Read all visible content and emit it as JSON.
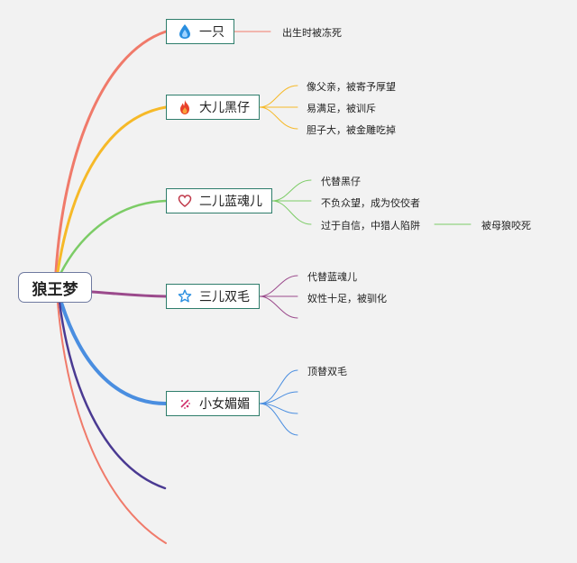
{
  "root": {
    "label": "狼王梦"
  },
  "colors": {
    "background": "#f2f2f2",
    "branch_yizhi": "#f07a6a",
    "branch_heizai": "#f6b928",
    "branch_lanhun": "#7ccc66",
    "branch_shuangmao": "#9b4a8c",
    "branch_meimei": "#4a8ee0",
    "branch_extra1": "#4a3a92",
    "branch_extra2": "#f07a6a",
    "node_border": "#2e7d6b"
  },
  "branches": [
    {
      "id": "yizhi",
      "label": "一只",
      "icon": "water-drop-icon",
      "leaves": [
        "出生时被冻死"
      ]
    },
    {
      "id": "heizai",
      "label": "大儿黑仔",
      "icon": "fire-icon",
      "leaves": [
        "像父亲，被寄予厚望",
        "易满足，被训斥",
        "胆子大，被金雕吃掉"
      ]
    },
    {
      "id": "lanhun",
      "label": "二儿蓝魂儿",
      "icon": "heart-icon",
      "leaves": [
        "代替黑仔",
        "不负众望，成为佼佼者",
        "过于自信，中猎人陷阱"
      ],
      "subleaf": "被母狼咬死"
    },
    {
      "id": "shuangmao",
      "label": "三儿双毛",
      "icon": "star-icon",
      "leaves": [
        "代替蓝魂儿",
        "奴性十足，被驯化"
      ]
    },
    {
      "id": "meimei",
      "label": "小女媚媚",
      "icon": "sparkle-icon",
      "leaves": [
        "顶替双毛",
        "",
        "",
        ""
      ]
    }
  ]
}
